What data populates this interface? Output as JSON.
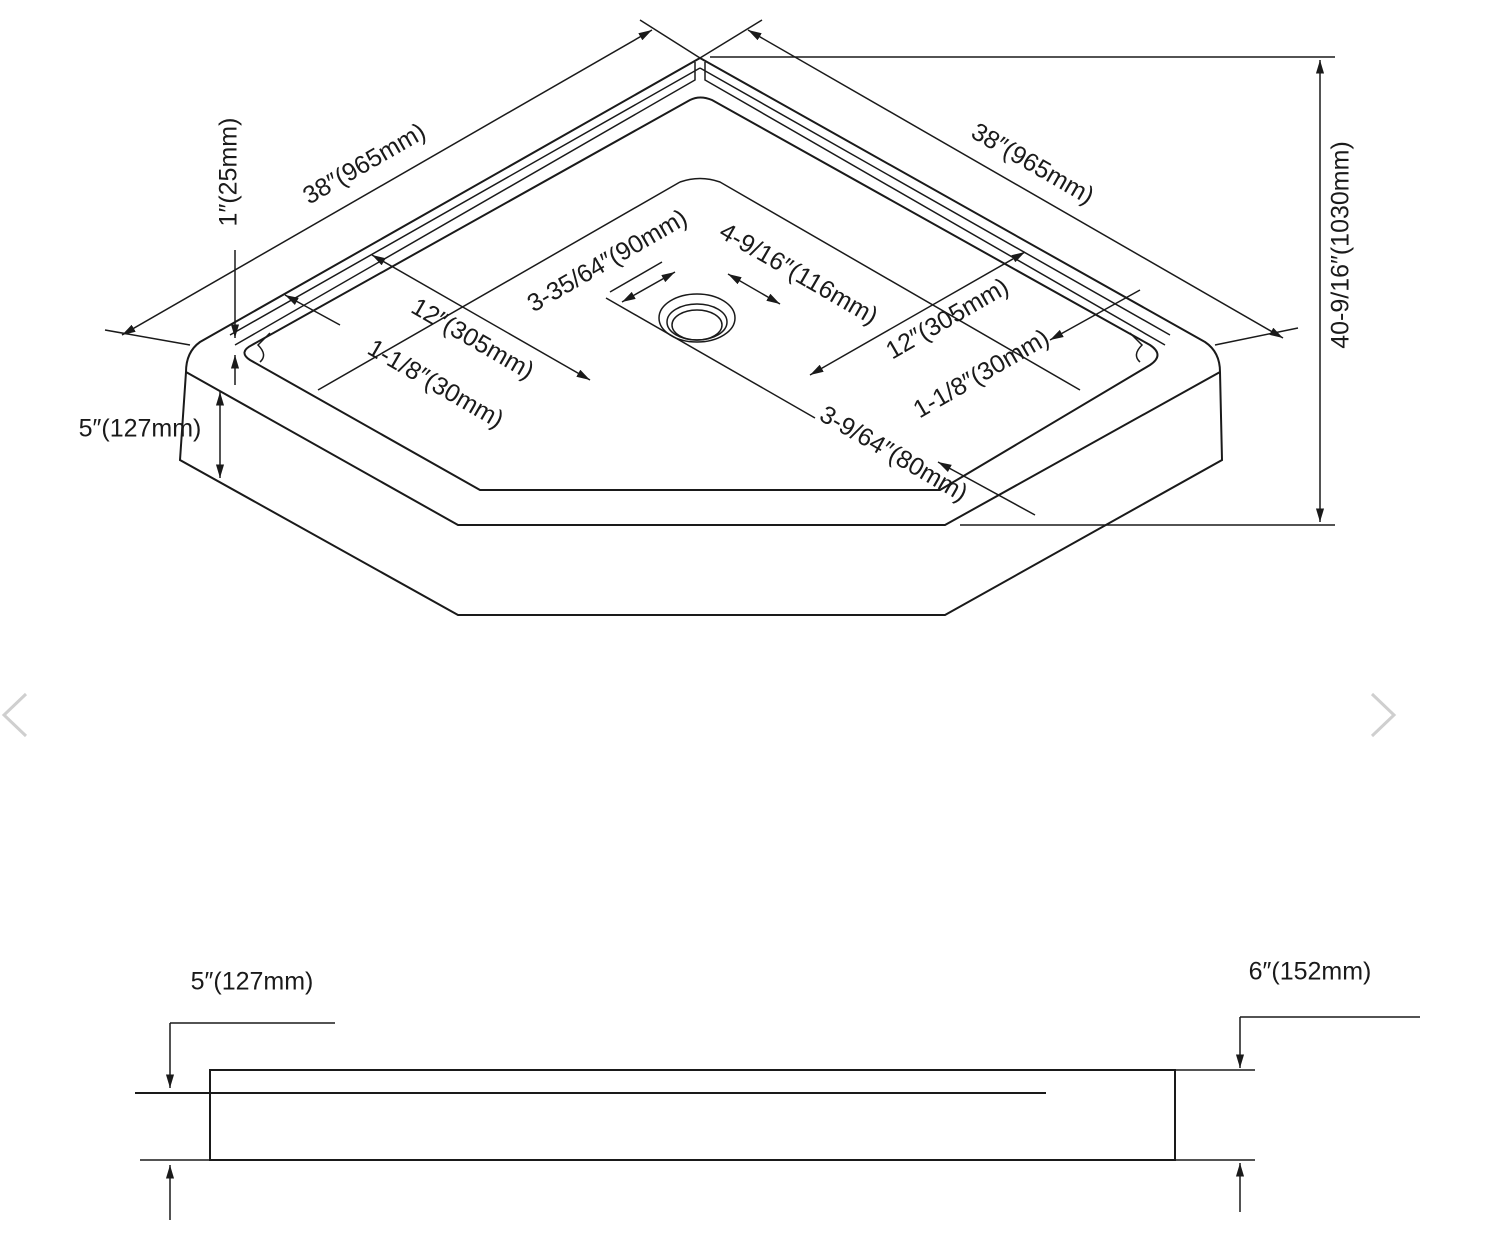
{
  "top_view": {
    "width_left": "38″(965mm)",
    "width_right": "38″(965mm)",
    "depth_overall": "40-9/16″(1030mm)",
    "rim_height": "1″(25mm)",
    "front_height": "5″(127mm)",
    "left_12": "12″(305mm)",
    "left_30": "1-1/8″(30mm)",
    "drain_90": "3-35/64″(90mm)",
    "drain_116": "4-9/16″(116mm)",
    "right_12": "12″(305mm)",
    "right_30": "1-1/8″(30mm)",
    "front_80": "3-9/64″(80mm)"
  },
  "side_view": {
    "left_height": "5″(127mm)",
    "right_height": "6″(152mm)"
  },
  "carousel": {
    "prev": "previous-image",
    "next": "next-image",
    "arrow_color": "#cfcfcf"
  }
}
